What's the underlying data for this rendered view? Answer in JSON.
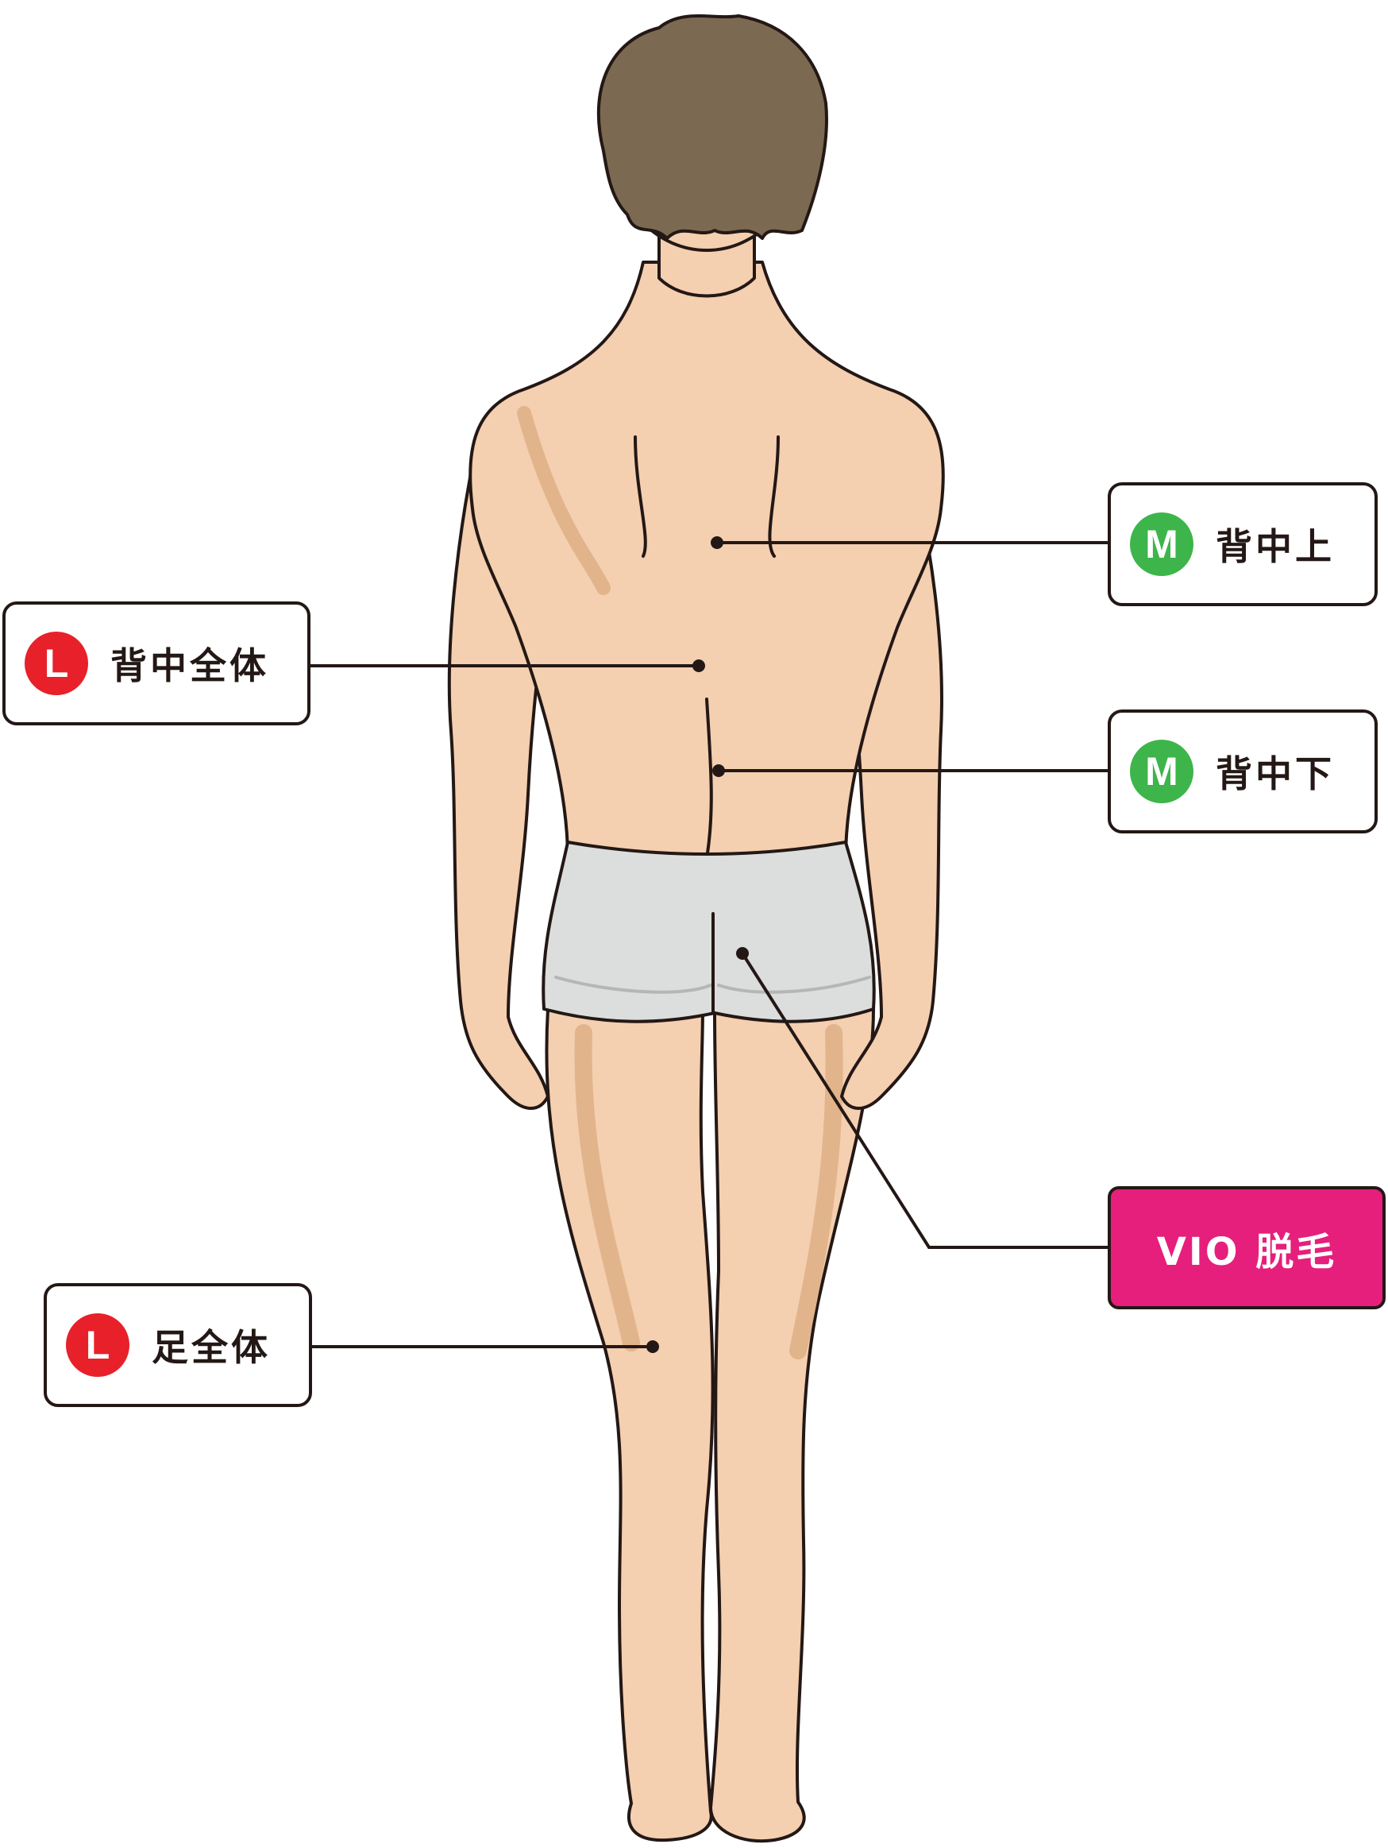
{
  "colors": {
    "skin": "#f4cfb0",
    "skin_shadow": "#e1b48b",
    "hair": "#7b6a51",
    "hair_dark": "#5c4d3a",
    "briefs": "#dcdddd",
    "briefs_shadow": "#b5b6b6",
    "outline": "#231815",
    "badge_l": "#e8202a",
    "badge_m": "#3db54a",
    "vio": "#e61f7c"
  },
  "labels": {
    "upper_back": {
      "badge": "M",
      "text": "背中上"
    },
    "whole_back": {
      "badge": "L",
      "text": "背中全体"
    },
    "lower_back": {
      "badge": "M",
      "text": "背中下"
    },
    "vio": {
      "text": "VIO 脱毛"
    },
    "whole_legs": {
      "badge": "L",
      "text": "足全体"
    }
  }
}
